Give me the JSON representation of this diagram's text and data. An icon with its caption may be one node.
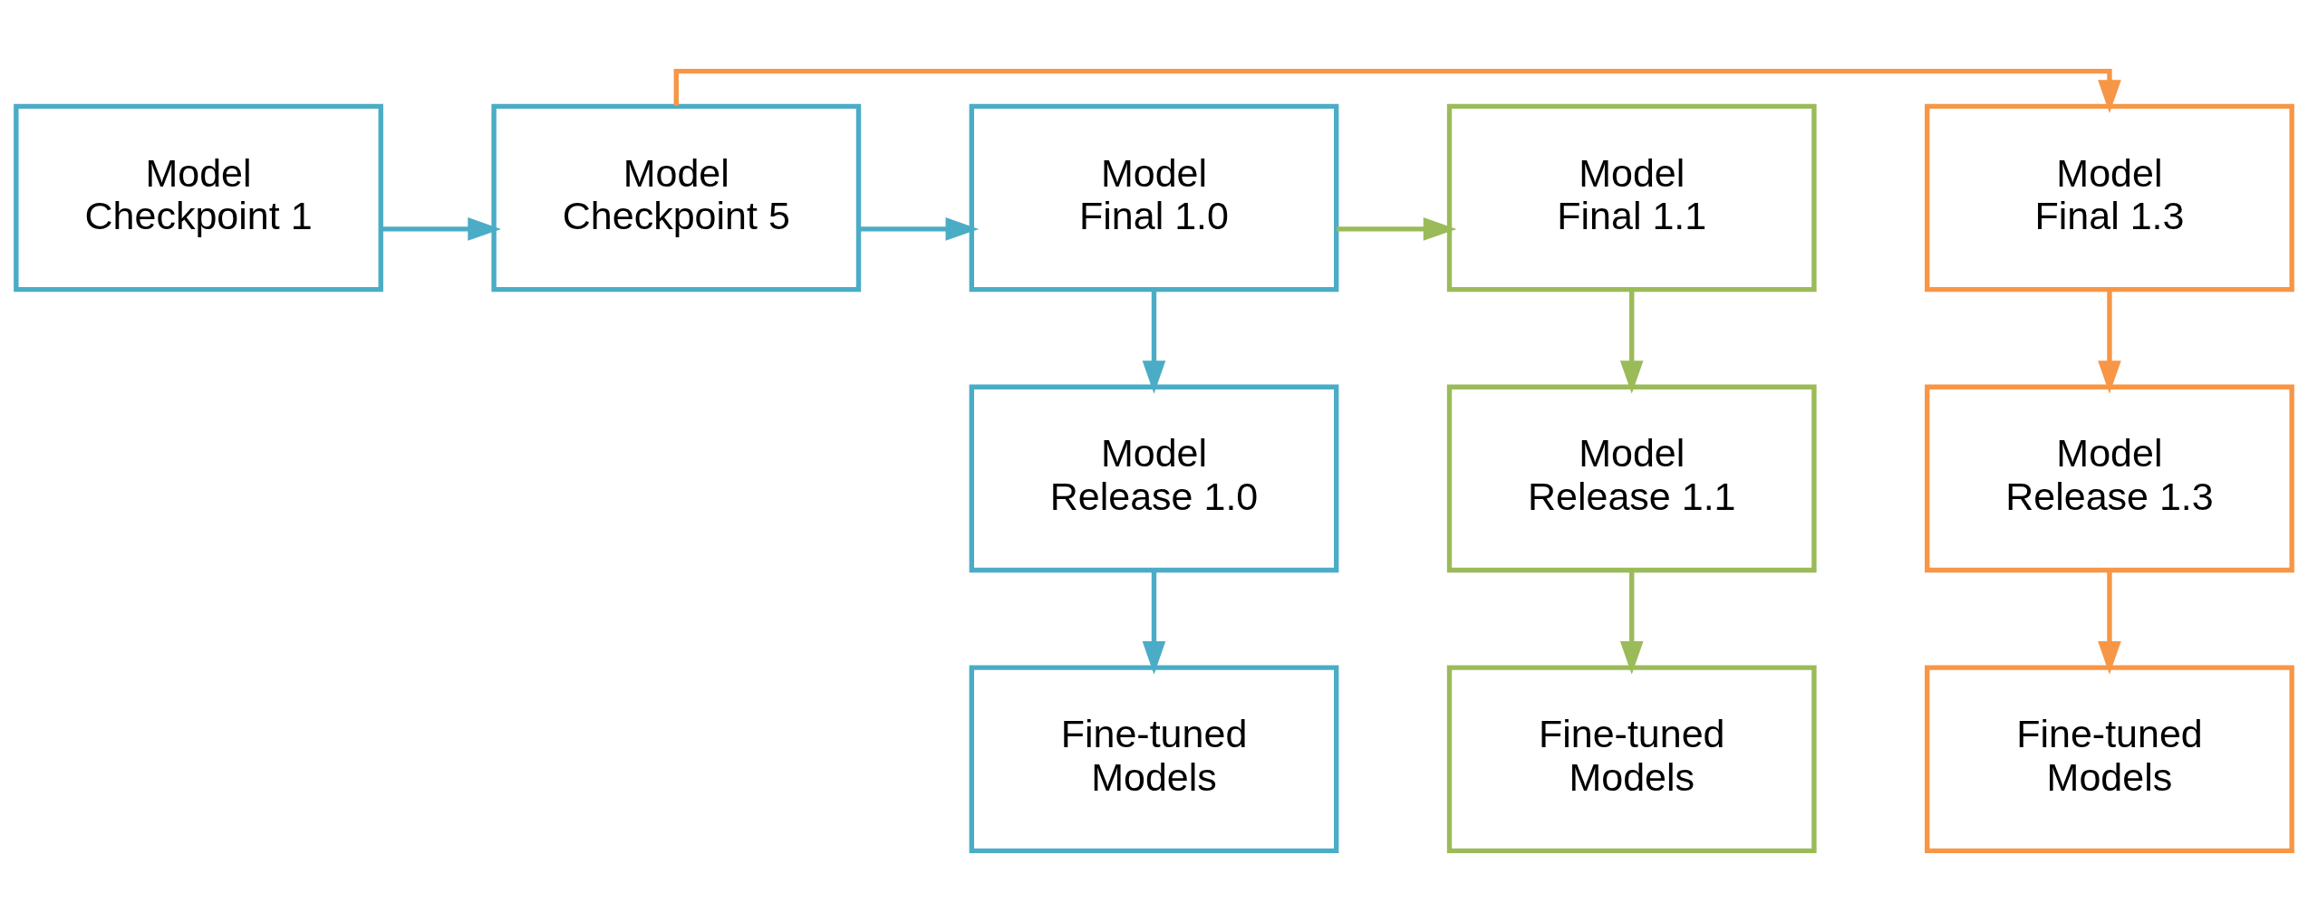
{
  "diagram": {
    "nodes": [
      {
        "text": [
          "Model Checkpoint 1"
        ]
      },
      {
        "text": [
          "Model Checkpoint 5"
        ]
      },
      {
        "text": [
          "Model Final 1.0"
        ]
      },
      {
        "text": [
          "Model Final 1.1"
        ]
      },
      {
        "text": [
          "Model Final 1.3"
        ]
      },
      {
        "text": [
          "Model Release 1.0"
        ]
      },
      {
        "text": [
          "Model Release 1.1"
        ]
      },
      {
        "text": [
          "Model Release 1.3"
        ]
      },
      {
        "text": [
          "Fine-tuned Models"
        ]
      },
      {
        "text": [
          "Fine-tuned Models"
        ]
      },
      {
        "text": [
          "Fine-tuned Models"
        ]
      }
    ],
    "edges": [
      {
        "from": 0,
        "to": 1,
        "arrow": "to"
      },
      {
        "from": 1,
        "to": 2,
        "arrow": "to"
      },
      {
        "from": 1,
        "to": 4,
        "arrow": "to",
        "color": "#f79646"
      },
      {
        "from": 2,
        "to": 3,
        "arrow": "to",
        "color": "#9bbb59"
      },
      {
        "from": 2,
        "to": 5,
        "arrow": "to"
      },
      {
        "from": 3,
        "to": 6,
        "arrow": "to",
        "color": "#9bbb59"
      },
      {
        "from": 4,
        "to": 7,
        "arrow": "to",
        "color": "#f79646"
      },
      {
        "from": 5,
        "to": 8,
        "arrow": "to"
      },
      {
        "from": 6,
        "to": 9,
        "arrow": "to",
        "color": "#9bbb59"
      },
      {
        "from": 7,
        "to": 10,
        "arrow": "to",
        "color": "#f79646"
      }
    ]
  }
}
